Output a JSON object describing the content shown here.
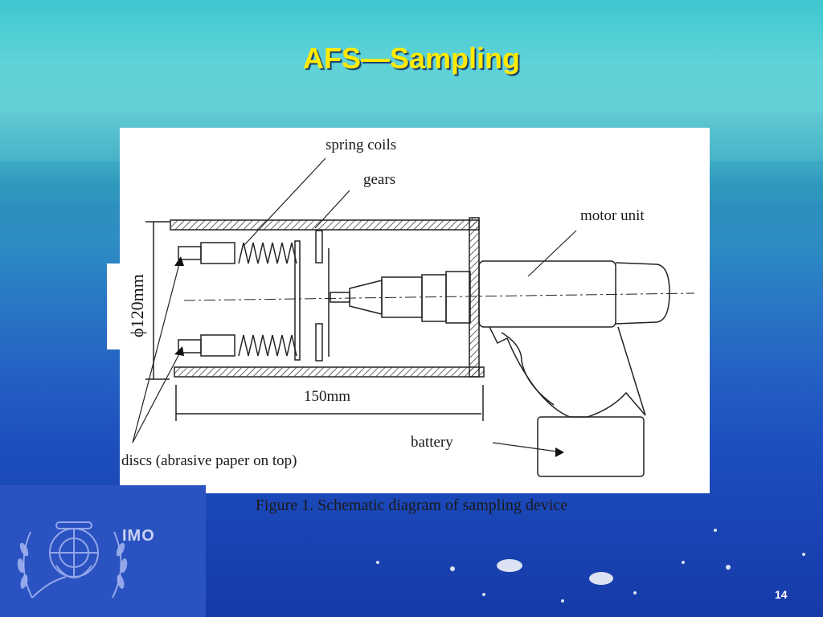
{
  "slide": {
    "title": "AFS—Sampling",
    "page_number": "14"
  },
  "logo": {
    "org_text": "IMO",
    "icon": "imo-emblem-icon"
  },
  "diagram": {
    "labels": {
      "spring_coils": "spring coils",
      "gears": "gears",
      "motor_unit": "motor unit",
      "diameter": "ϕ120mm",
      "length": "150mm",
      "battery": "battery",
      "discs": "discs (abrasive paper on top)"
    },
    "caption": "Figure 1. Schematic diagram of sampling device"
  }
}
